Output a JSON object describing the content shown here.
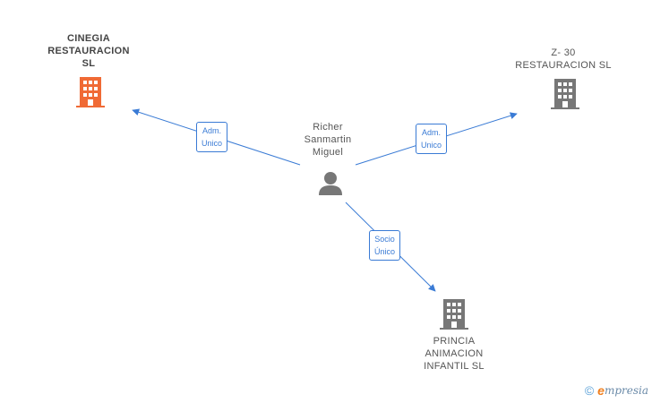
{
  "nodes": {
    "cinegia": {
      "label": "CINEGIA\nRESTAURACION\nSL",
      "icon": "building-icon",
      "color": "#f06a35"
    },
    "z30": {
      "label": "Z- 30\nRESTAURACION SL",
      "icon": "building-icon",
      "color": "#777777"
    },
    "person": {
      "label": "Richer\nSanmartin\nMiguel",
      "icon": "person-icon",
      "color": "#777777"
    },
    "princia": {
      "label": "PRINCIA\nANIMACION\nINFANTIL SL",
      "icon": "building-icon",
      "color": "#777777"
    }
  },
  "edges": {
    "to_cinegia": {
      "label": "Adm.\nUnico"
    },
    "to_z30": {
      "label": "Adm.\nUnico"
    },
    "to_princia": {
      "label": "Socio\nÚnico"
    }
  },
  "edge_color": "#3a7bd5",
  "brand": {
    "copyright": "©",
    "letter": "e",
    "name": "mpresia"
  }
}
